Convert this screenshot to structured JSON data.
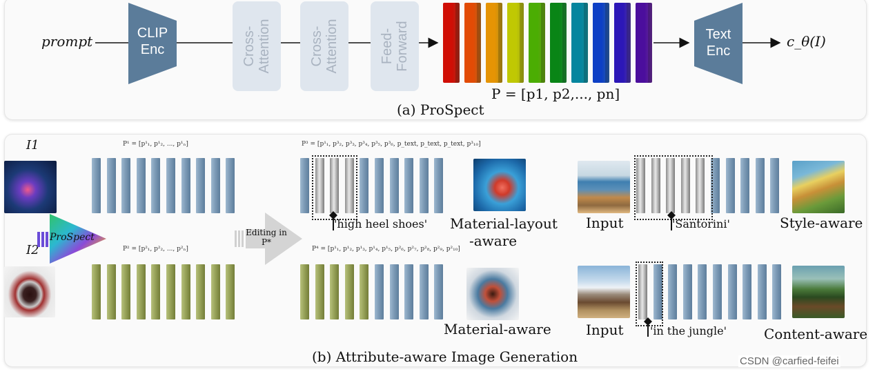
{
  "part_a": {
    "prompt_label": "prompt",
    "clip_enc": "CLIP Enc",
    "blocks": [
      "Cross-Attention",
      "Cross-Attention",
      "Feed-Forward"
    ],
    "text_enc": "Text Enc",
    "output_label": "c_θ(I)",
    "p_formula": "P = [p1, p2,..., pn]",
    "caption": "(a) ProSpect",
    "pillar_colors": [
      "#e63b25",
      "#f08a24",
      "#f2c21f",
      "#dde21d",
      "#8ad21d",
      "#2fb84b",
      "#22b8c9",
      "#3a7fe0",
      "#6a4cd8",
      "#8a3cc8"
    ]
  },
  "part_b": {
    "i1_label": "I1",
    "i2_label": "I2",
    "prospect_arrow": "ProSpect",
    "p1_formula": "P¹ = [p¹₁, p¹₂, ..., p¹ₙ]",
    "p2_formula": "P² = [p²₁, p²₂, ..., p²ₙ]",
    "editing_label": "Editing in P*",
    "p3_formula": "P³ = [p¹₁, p³₂, p³₃, p³₄, p³₅, p³₆, p_text, p_text, p_text, p³₁₀]",
    "p4_formula": "P⁴ = [p¹₁, p¹₂, p¹₃, p¹₄, p¹₅, p²₆, p²₇, p²₈, p²₉, p²₁₀]",
    "prompt_high_heel": "'high heel shoes'",
    "material_layout": [
      "Material-layout",
      "-aware"
    ],
    "material_aware": "Material-aware",
    "input_1": "Input",
    "santorini": "'Santorini'",
    "style_aware": "Style-aware",
    "input_2": "Input",
    "jungle": "'in the jungle'",
    "content_aware": "Content-aware",
    "caption": "(b) Attribute-aware Image Generation"
  },
  "watermark": "CSDN @carfied-feifei"
}
